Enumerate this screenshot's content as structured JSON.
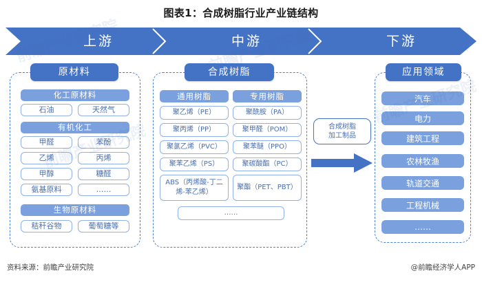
{
  "title": "图表1：合成树脂行业产业链结构",
  "banner": {
    "stages": [
      {
        "label": "上游"
      },
      {
        "label": "中游"
      },
      {
        "label": "下游"
      }
    ],
    "color": "#4472c4"
  },
  "columns": {
    "upstream": {
      "header": "原材料",
      "sections": [
        {
          "title": "化工原材料",
          "items": [
            "石油",
            "天然气"
          ]
        },
        {
          "title": "有机化工",
          "items": [
            "甲醛",
            "苯酚",
            "乙烯",
            "丙烯",
            "甲醇",
            "糖醛",
            "氨基原料",
            "……"
          ]
        },
        {
          "title": "生物原材料",
          "items": [
            "秸秆谷物",
            "葡萄糖等"
          ]
        }
      ]
    },
    "midstream": {
      "header": "合成树脂",
      "sections": [
        {
          "title": "通用树脂",
          "items": [
            "聚乙烯（PE）",
            "聚丙烯（PP）",
            "聚氯乙烯（PVC）",
            "聚苯乙烯（PS）",
            "ABS（丙烯酸-丁二烯-苯乙烯）"
          ]
        },
        {
          "title": "专用树脂",
          "items": [
            "聚酰胺（PA）",
            "聚甲醛（POM）",
            "聚苯醚（PPO）",
            "聚碳酸酯（PC）",
            "聚酯（PET、PBT）"
          ]
        }
      ],
      "footer_item": "……"
    },
    "downstream": {
      "header": "应用领域",
      "items": [
        "汽车",
        "电力",
        "建筑工程",
        "农林牧渔",
        "轨道交通",
        "工程机械",
        "……"
      ]
    }
  },
  "connector": {
    "line1": "合成树脂",
    "line2": "加工制品",
    "arrow": "right-arrow"
  },
  "footer": {
    "source": "资料来源：前瞻产业研究院",
    "credit": "@前瞻经济学人APP"
  },
  "watermarks": [
    "前瞻产业研究院",
    "前瞻产业研究院",
    "前瞻产业研究院",
    "前瞻产业研究院"
  ],
  "colors": {
    "brand": "#4472c4",
    "section": "#7ba0de",
    "chip_border": "#8fb0e8",
    "chip_text": "#4a6fae"
  }
}
